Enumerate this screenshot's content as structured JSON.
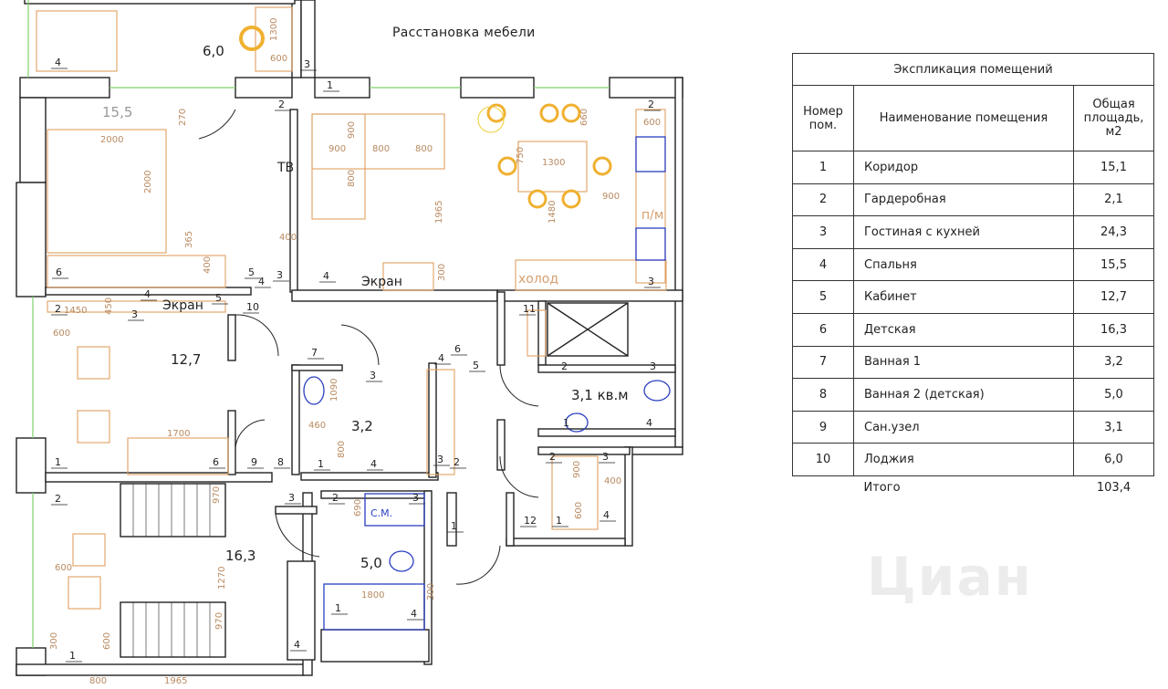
{
  "plan": {
    "title": "Расстановка мебели",
    "room_areas": [
      "6,0",
      "15,5",
      "12,7",
      "16,3",
      "3,2",
      "5,0",
      "3,1 кв.м"
    ],
    "labels": {
      "tv": "ТВ",
      "screen_living": "Экран",
      "screen_study": "Экран",
      "fridge": "холод",
      "dishwasher": "п/м",
      "washer": "С.М."
    },
    "dimensions": [
      "1300",
      "600",
      "2000",
      "2000",
      "270",
      "365",
      "400",
      "400",
      "900",
      "900",
      "800",
      "800",
      "800",
      "1965",
      "300",
      "660",
      "600",
      "750",
      "1300",
      "900",
      "1480",
      "1450",
      "450",
      "600",
      "1700",
      "1090",
      "460",
      "800",
      "690",
      "900",
      "400",
      "600",
      "970",
      "1270",
      "970",
      "600",
      "1800",
      "300",
      "600",
      "300",
      "800",
      "1965"
    ],
    "tags": [
      "4",
      "3",
      "1",
      "2",
      "2",
      "6",
      "5",
      "4",
      "3",
      "4",
      "3",
      "2",
      "4",
      "5",
      "3",
      "10",
      "11",
      "7",
      "3",
      "4",
      "6",
      "5",
      "2",
      "3",
      "4",
      "1",
      "1",
      "6",
      "9",
      "8",
      "1",
      "4",
      "3",
      "2",
      "2",
      "3",
      "2",
      "3",
      "2",
      "3",
      "1",
      "12",
      "1",
      "4",
      "1",
      "4",
      "4",
      "1"
    ],
    "colors": {
      "walls": "#222222",
      "furniture": "#e0a060",
      "plumbing": "#2a3fc0",
      "chairs": "#f0b030",
      "window_glass": "#7fd06a"
    }
  },
  "explication": {
    "title": "Экспликация помещений",
    "headers": {
      "number": "Номер пом.",
      "name": "Наименование помещения",
      "area": "Общая площадь, м2"
    },
    "rows": [
      {
        "num": "1",
        "name": "Коридор",
        "area": "15,1"
      },
      {
        "num": "2",
        "name": "Гардеробная",
        "area": "2,1"
      },
      {
        "num": "3",
        "name": "Гостиная с кухней",
        "area": "24,3"
      },
      {
        "num": "4",
        "name": "Спальня",
        "area": "15,5"
      },
      {
        "num": "5",
        "name": "Кабинет",
        "area": "12,7"
      },
      {
        "num": "6",
        "name": "Детская",
        "area": "16,3"
      },
      {
        "num": "7",
        "name": "Ванная 1",
        "area": "3,2"
      },
      {
        "num": "8",
        "name": "Ванная 2 (детская)",
        "area": "5,0"
      },
      {
        "num": "9",
        "name": "Сан.узел",
        "area": "3,1"
      },
      {
        "num": "10",
        "name": "Лоджия",
        "area": "6,0"
      }
    ],
    "total_label": "Итого",
    "total_value": "103,4"
  },
  "watermark": "Циан"
}
